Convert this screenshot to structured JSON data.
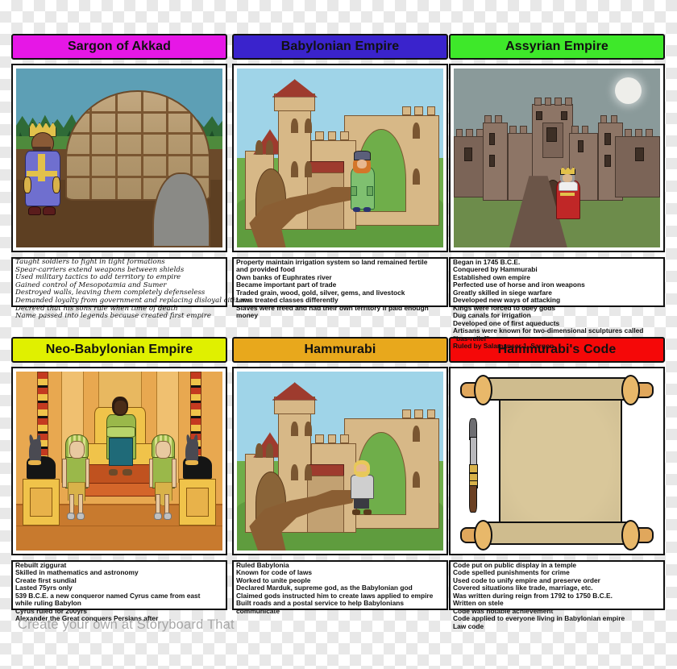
{
  "watermark": "Create your own at Storyboard That",
  "colors": {
    "sargon_header": "#e617e6",
    "babylonian_header": "#3a23cc",
    "assyrian_header": "#3ee82a",
    "neobabylonian_header": "#e0f000",
    "hammurabi_header": "#e8a81c",
    "hammurabis_code_header": "#f50808",
    "border": "#111111",
    "panel_bg": "#ffffff"
  },
  "cells": [
    {
      "id": "sargon-of-akkad",
      "title": "Sargon of Akkad",
      "header_color": "#e617e6",
      "title_color": "#111111",
      "scene": "king-beside-thatched-hut",
      "font_style": "script",
      "description_lines": [
        "Taught soldiers to fight in tight formations",
        "Spear-carriers extend weapons between shields",
        "Used military tactics to add territory to empire",
        "Gained control of Mesopotamia and Sumer",
        "Destroyed walls, leaving them completely defenseless",
        "Demanded loyalty from government and replacing disloyal citizens",
        "Decreed that his sons rule when time of death",
        "Name passed into legends because created first empire"
      ]
    },
    {
      "id": "babylonian-empire",
      "title": "Babylonian Empire",
      "header_color": "#3a23cc",
      "title_color": "#111111",
      "scene": "tan-castle-green-robe-figure",
      "font_style": "bold",
      "description_lines": [
        "Property maintain irrigation system so land remained fertile",
        "and provided food",
        "Own banks of Euphrates river",
        "Became important part of trade",
        "Traded grain, wood, gold, silver, gems, and livestock",
        "Laws treated classes differently",
        "Slaves were freed and had their own territory if paid enough",
        "money"
      ]
    },
    {
      "id": "assyrian-empire",
      "title": "Assyrian Empire",
      "header_color": "#3ee82a",
      "title_color": "#111111",
      "scene": "night-fortress-red-robe-king",
      "font_style": "bold",
      "description_lines": [
        "Began in 1745 B.C.E.",
        "Conquered by Hammurabi",
        "Established own empire",
        "Perfected use of horse and iron weapons",
        "Greatly skilled in siege warfare",
        "Developed new ways of attacking",
        "Kings were forced to obey gods",
        "Dug canals for irrigation",
        "Developed one of first aqueducts",
        "Artisans were known for two-dimensional sculptures called",
        "\"bas-relief\"",
        "Ruled by Salamanser 1. Sargon"
      ]
    },
    {
      "id": "neo-babylonian-empire",
      "title": "Neo-Babylonian Empire",
      "header_color": "#e0f000",
      "title_color": "#111111",
      "scene": "egyptian-throne-room",
      "font_style": "bold",
      "description_lines": [
        "Rebuilt ziggurat",
        "Skilled in mathematics and astronomy",
        "Create first sundial",
        "Lasted 75yrs only",
        "539 B.C.E. a new conqueror named Cyrus came from east",
        "while ruling Babylon",
        "Cyrus ruled for 200yrs",
        "Alexander the Great conquers Persians after"
      ]
    },
    {
      "id": "hammurabi",
      "title": "Hammurabi",
      "header_color": "#e8a81c",
      "title_color": "#111111",
      "scene": "tan-castle-grey-tunic-figure",
      "font_style": "bold",
      "description_lines": [
        "Ruled Babylonia",
        "Known for code of laws",
        "Worked to unite people",
        "Declared Marduk, supreme god, as the Babylonian god",
        "Claimed gods instructed him to create laws applied to empire",
        "Built roads and a postal service to help Babylonians",
        "communicate"
      ]
    },
    {
      "id": "hammurabis-code",
      "title": "Hammurabi's Code",
      "header_color": "#f50808",
      "title_color": "#111111",
      "scene": "blank-scroll-with-stylus",
      "font_style": "bold",
      "description_lines": [
        "Code put on public display in a temple",
        "Code spelled punishments for crime",
        "Used code to unify empire and preserve order",
        "Covered situations like trade, marriage, etc.",
        "Was written during reign from 1792 to 1750 B.C.E.",
        "Written on stele",
        "Code was notable achievement",
        "Code applied to everyone living in Babylonian empire",
        "Law code"
      ]
    }
  ]
}
